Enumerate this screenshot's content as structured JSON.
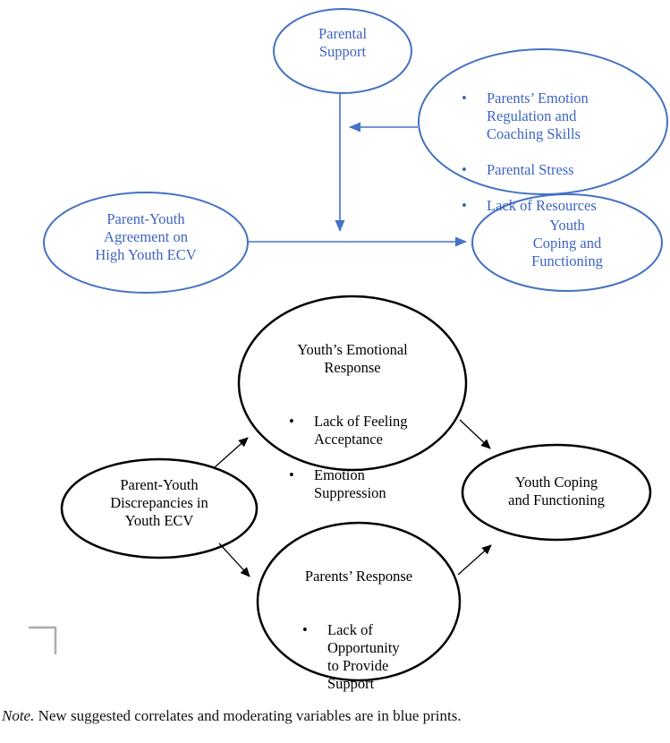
{
  "figure_type": "conceptual-model-diagram",
  "colors": {
    "accent_blue_stroke": "#4472C4",
    "accent_blue_text": "#3D64C2",
    "black": "#000000",
    "corner_mark_gray": "#ABABAB"
  },
  "nodes": {
    "parental_support": {
      "label": "Parental\nSupport"
    },
    "parent_factors": {
      "bullets": [
        "Parents’ Emotion\nRegulation and\nCoaching Skills",
        "Parental Stress",
        "Lack of Resources"
      ]
    },
    "agreement": {
      "label": "Parent-Youth\nAgreement on\nHigh Youth ECV"
    },
    "youth_coping_top": {
      "label": "Youth\nCoping and\nFunctioning"
    },
    "youth_emotional": {
      "title": "Youth’s Emotional\nResponse",
      "bullets": [
        "Lack of Feeling\nAcceptance",
        "Emotion\nSuppression"
      ]
    },
    "discrepancies": {
      "label": "Parent-Youth\nDiscrepancies in\nYouth ECV"
    },
    "parents_response": {
      "title": "Parents’ Response",
      "bullets": [
        "Lack of\nOpportunity\nto Provide\nSupport"
      ]
    },
    "youth_coping_bottom": {
      "label": "Youth Coping\nand Functioning"
    }
  },
  "note": {
    "prefix": "Note.",
    "body": " New suggested correlates and moderating variables are in blue prints."
  }
}
